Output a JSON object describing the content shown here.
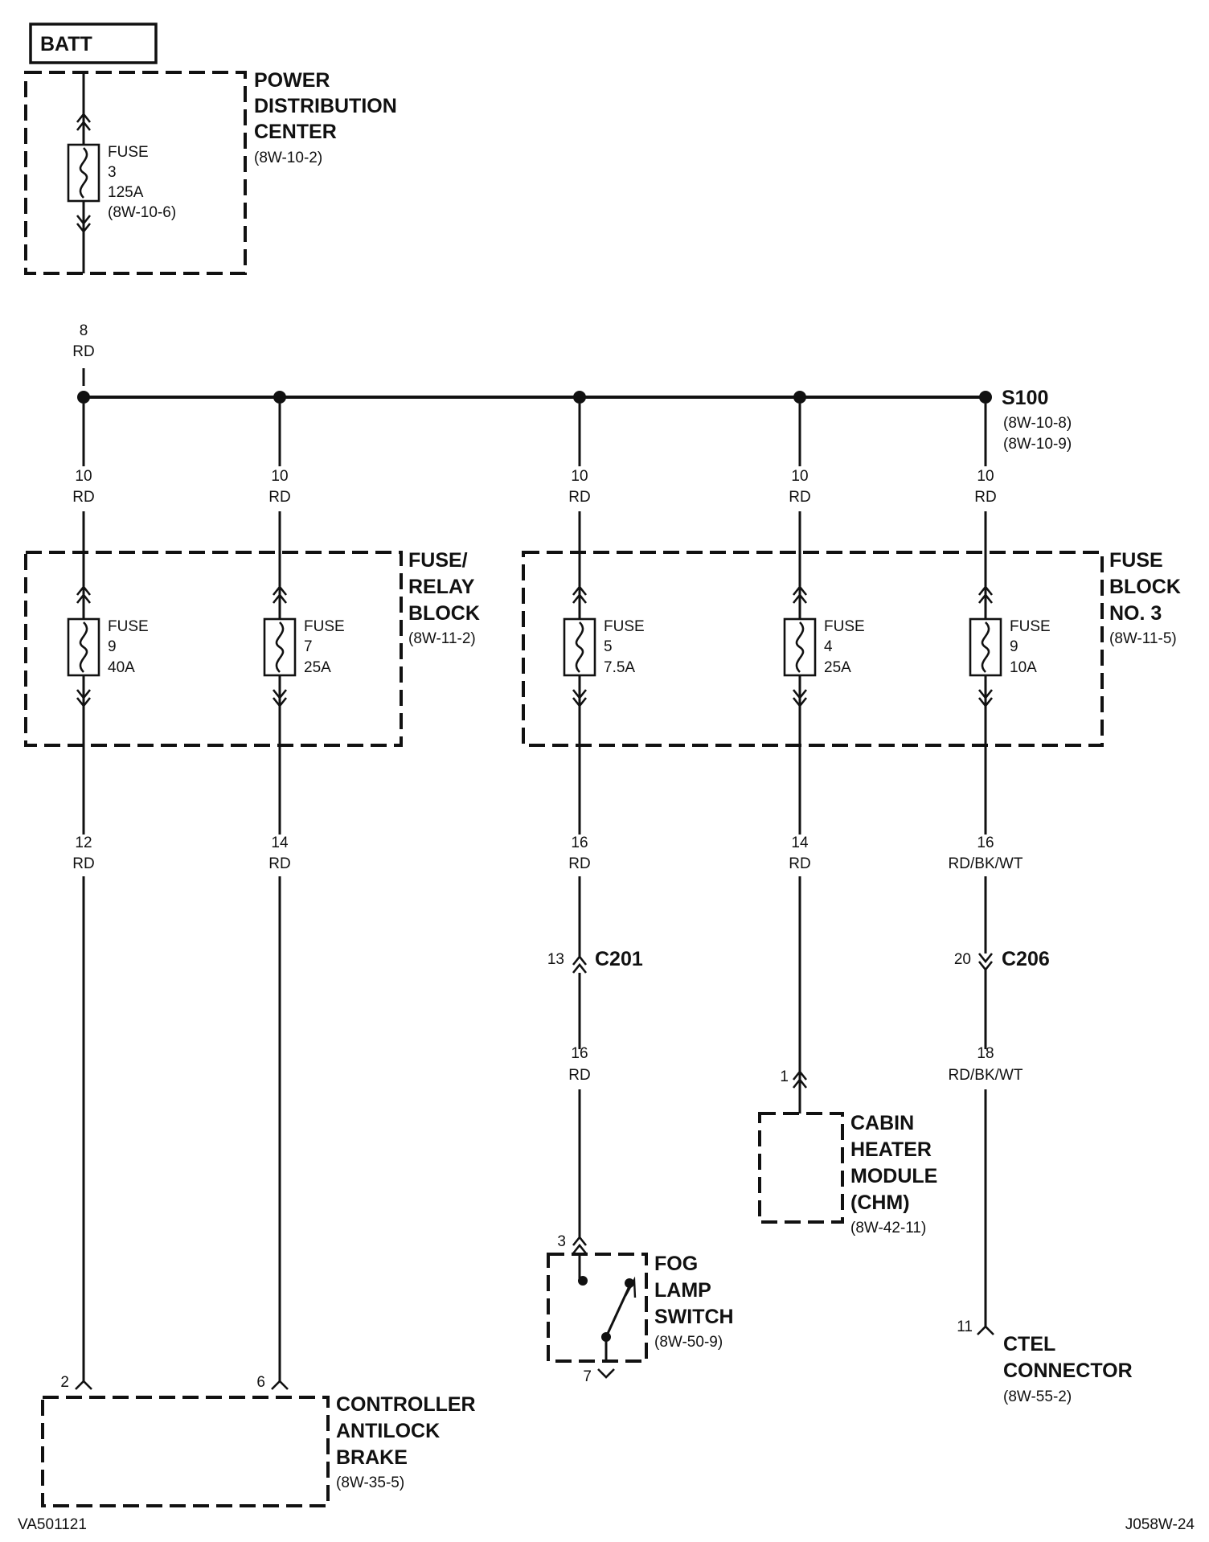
{
  "batt": {
    "label": "BATT"
  },
  "pdc": {
    "lines": [
      "POWER",
      "DISTRIBUTION",
      "CENTER"
    ],
    "ref": "(8W-10-2)"
  },
  "pdc_fuse": {
    "lines": [
      "FUSE",
      "3",
      "125A",
      "(8W-10-6)"
    ]
  },
  "feed_wire": {
    "gauge": "8",
    "color": "RD"
  },
  "splice": {
    "name": "S100",
    "refs": [
      "(8W-10-8)",
      "(8W-10-9)"
    ]
  },
  "branches": [
    {
      "gauge": "10",
      "color": "RD"
    },
    {
      "gauge": "10",
      "color": "RD"
    },
    {
      "gauge": "10",
      "color": "RD"
    },
    {
      "gauge": "10",
      "color": "RD"
    },
    {
      "gauge": "10",
      "color": "RD"
    }
  ],
  "fuse_relay_block": {
    "lines": [
      "FUSE/",
      "RELAY",
      "BLOCK"
    ],
    "ref": "(8W-11-2)"
  },
  "fuse_block_3": {
    "lines": [
      "FUSE",
      "BLOCK",
      "NO. 3"
    ],
    "ref": "(8W-11-5)"
  },
  "fuses": [
    {
      "label": "FUSE",
      "number": "9",
      "rating": "40A"
    },
    {
      "label": "FUSE",
      "number": "7",
      "rating": "25A"
    },
    {
      "label": "FUSE",
      "number": "5",
      "rating": "7.5A"
    },
    {
      "label": "FUSE",
      "number": "4",
      "rating": "25A"
    },
    {
      "label": "FUSE",
      "number": "9",
      "rating": "10A"
    }
  ],
  "lower_wires": [
    {
      "gauge": "12",
      "color": "RD"
    },
    {
      "gauge": "14",
      "color": "RD"
    },
    {
      "gauge": "16",
      "color": "RD"
    },
    {
      "gauge": "14",
      "color": "RD"
    },
    {
      "gauge": "16",
      "color": "RD/BK/WT"
    }
  ],
  "c201": {
    "name": "C201",
    "pin": "13"
  },
  "c206": {
    "name": "C206",
    "pin": "20"
  },
  "fog_wire": {
    "gauge": "16",
    "color": "RD"
  },
  "ctel_wire": {
    "gauge": "18",
    "color": "RD/BK/WT"
  },
  "chm": {
    "lines": [
      "CABIN",
      "HEATER",
      "MODULE",
      "(CHM)"
    ],
    "ref": "(8W-42-11)",
    "pin": "1"
  },
  "fog_switch": {
    "lines": [
      "FOG",
      "LAMP",
      "SWITCH"
    ],
    "ref": "(8W-50-9)",
    "pin_in": "3",
    "pin_out": "7"
  },
  "ctel": {
    "lines": [
      "CTEL",
      "CONNECTOR"
    ],
    "ref": "(8W-55-2)",
    "pin": "11"
  },
  "cab": {
    "lines": [
      "CONTROLLER",
      "ANTILOCK",
      "BRAKE"
    ],
    "ref": "(8W-35-5)",
    "pins": [
      "2",
      "6"
    ]
  },
  "footer": {
    "left": "VA501121",
    "right": "J058W-24"
  }
}
